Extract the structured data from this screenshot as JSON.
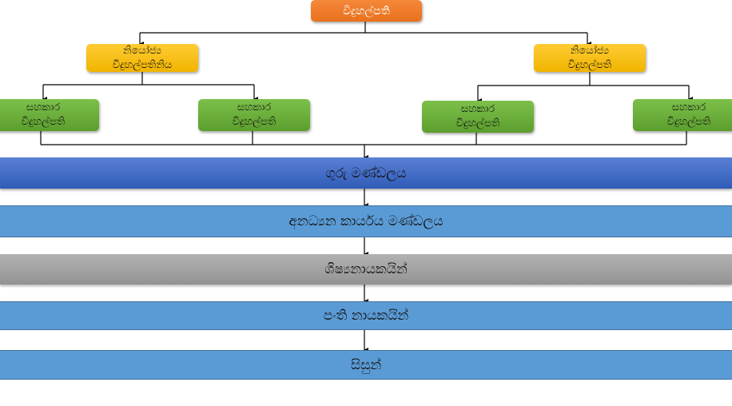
{
  "diagram": {
    "principal": {
      "label": "විදුහල්පති"
    },
    "deputies": [
      {
        "line1": "නියෝජ්‍ය",
        "line2": "විදුහල්පතිනිය"
      },
      {
        "line1": "නියෝජ්‍ය",
        "line2": "විදුහල්පති"
      }
    ],
    "assistants": [
      {
        "line1": "සහකාර",
        "line2": "විදුහල්පති"
      },
      {
        "line1": "සහකාර",
        "line2": "විදුහල්පති"
      },
      {
        "line1": "සහකාර",
        "line2": "විදුහල්පති"
      },
      {
        "line1": "සහකාර",
        "line2": "විදුහල්පති"
      }
    ],
    "levels": [
      {
        "label": "ගුරු මණ්ඩලය"
      },
      {
        "label": "අනධ්‍යන කාර්යය මණ්ඩලය"
      },
      {
        "label": "ශිෂ්‍යනායකයින්"
      },
      {
        "label": "පංති නායකයින්"
      },
      {
        "label": "සිසුන්"
      }
    ],
    "colors": {
      "principal": "#ed7d31",
      "deputy": "#ffc000",
      "assistant": "#70ad47",
      "staff_dark": "#4472c4",
      "staff_light": "#5b9bd5",
      "prefects": "#a5a5a5"
    }
  }
}
